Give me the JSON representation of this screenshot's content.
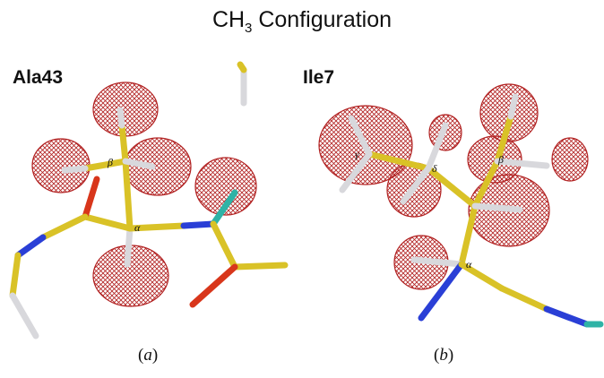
{
  "figure": {
    "title_prefix": "CH",
    "title_sub": "3",
    "title_suffix": " Configuration",
    "panels": [
      {
        "label": "Ala43",
        "caption_letter": "a",
        "atoms": [
          "β",
          "α"
        ]
      },
      {
        "label": "Ile7",
        "caption_letter": "b",
        "atoms": [
          "γ",
          "δ",
          "β",
          "α"
        ]
      }
    ]
  },
  "colors": {
    "carbon": "#d9c227",
    "nitrogen": "#2a3fd6",
    "oxygen": "#d8361b",
    "hydrogen": "#d8d8dc",
    "deuterium": "#2fb3a6",
    "density_mesh": "#b22222"
  }
}
